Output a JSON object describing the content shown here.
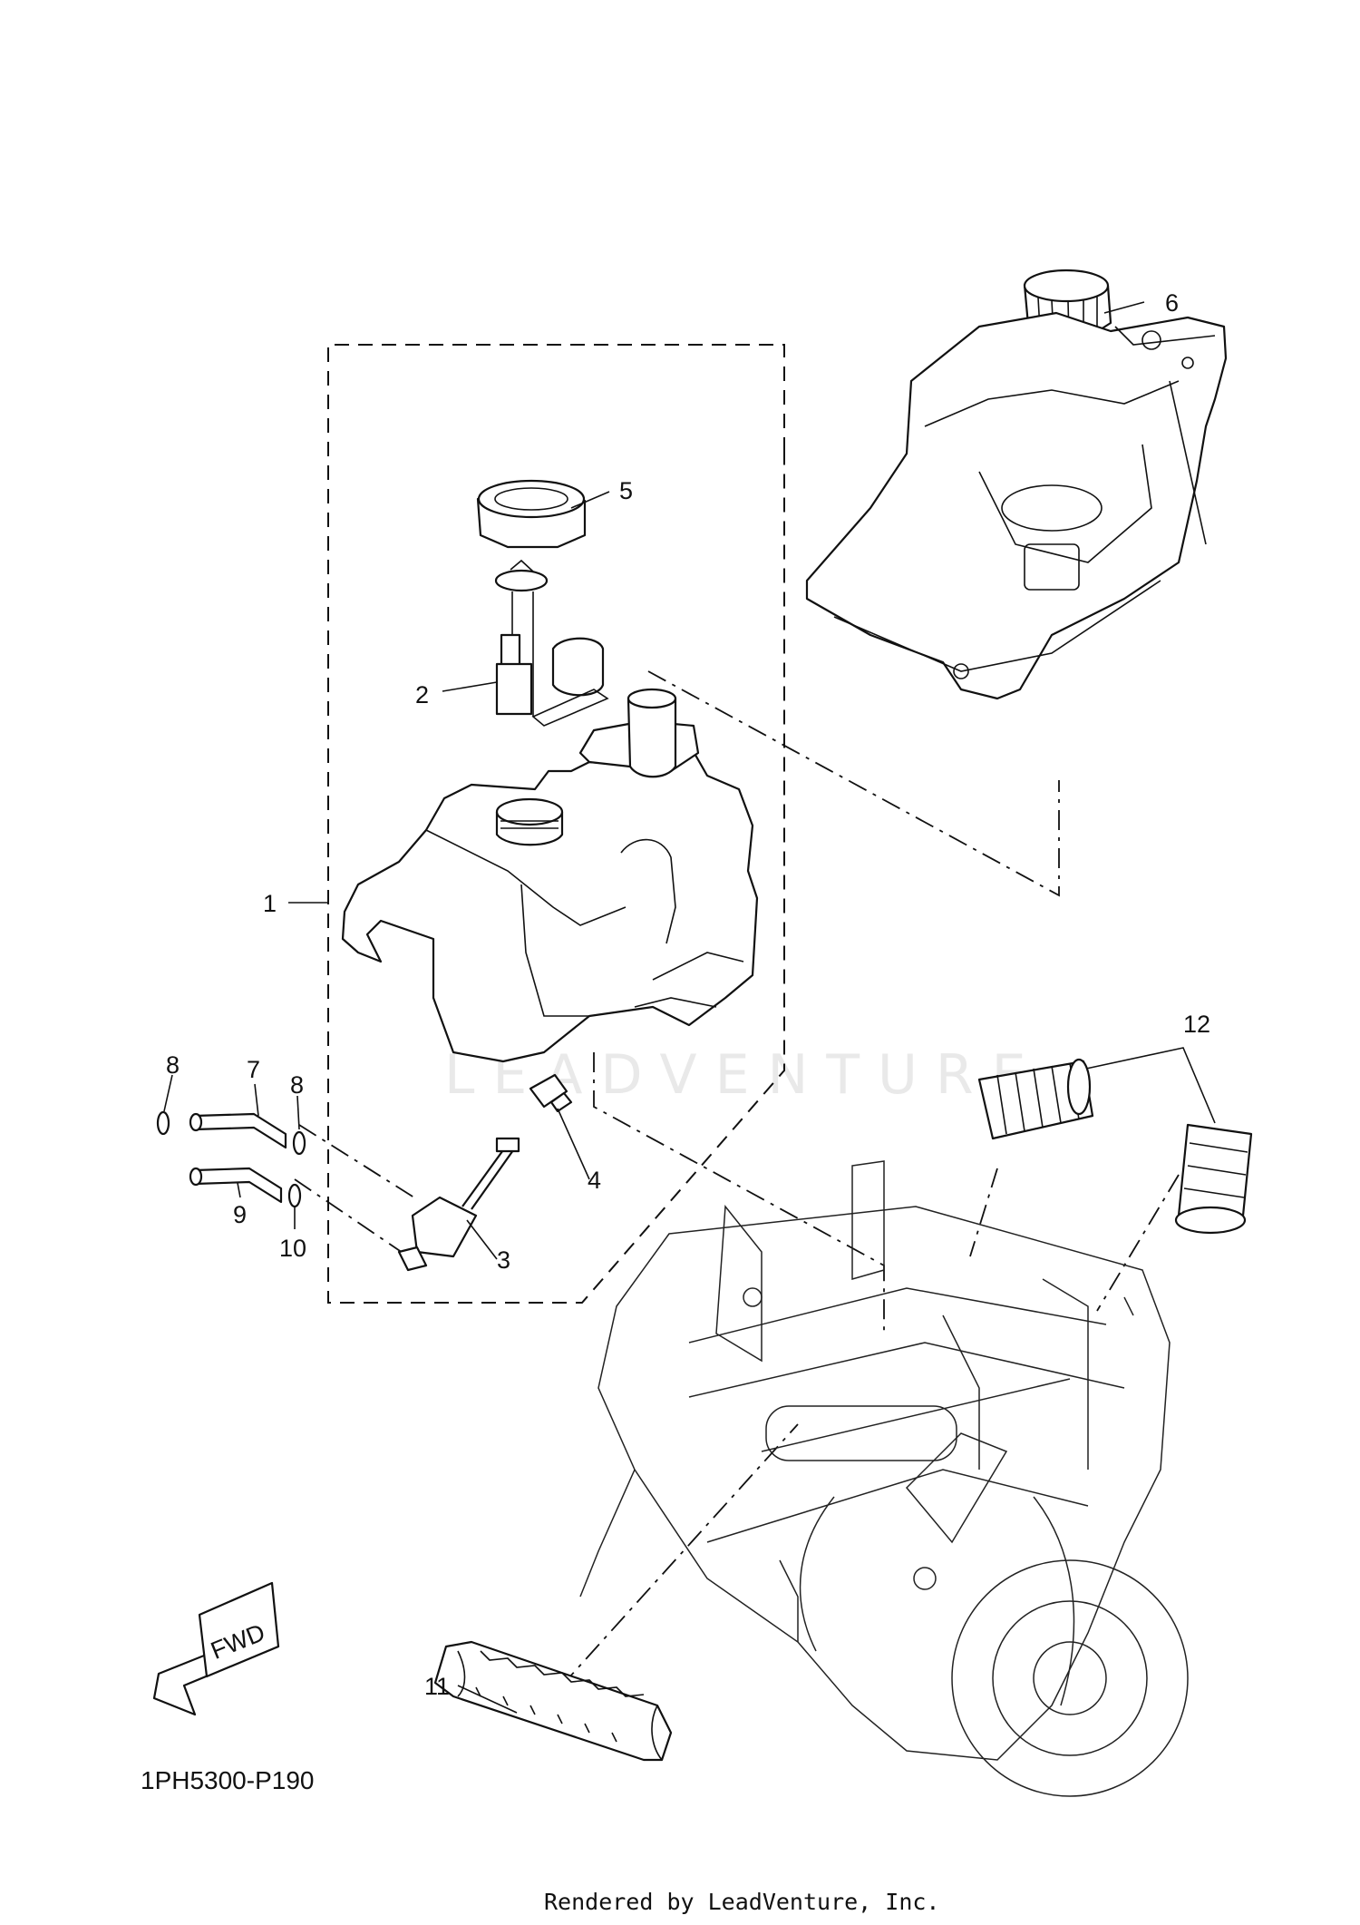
{
  "callouts": [
    {
      "id": "1",
      "label": "1"
    },
    {
      "id": "2",
      "label": "2"
    },
    {
      "id": "3",
      "label": "3"
    },
    {
      "id": "4",
      "label": "4"
    },
    {
      "id": "5",
      "label": "5"
    },
    {
      "id": "6",
      "label": "6"
    },
    {
      "id": "7",
      "label": "7"
    },
    {
      "id": "8a",
      "label": "8"
    },
    {
      "id": "8b",
      "label": "8"
    },
    {
      "id": "9",
      "label": "9"
    },
    {
      "id": "10",
      "label": "10"
    },
    {
      "id": "11",
      "label": "11"
    },
    {
      "id": "12",
      "label": "12"
    }
  ],
  "direction_arrow": {
    "label": "FWD"
  },
  "diagram_code": "1PH5300-P190",
  "watermark": "LEADVENTURE",
  "credit": "Rendered by LeadVenture, Inc."
}
